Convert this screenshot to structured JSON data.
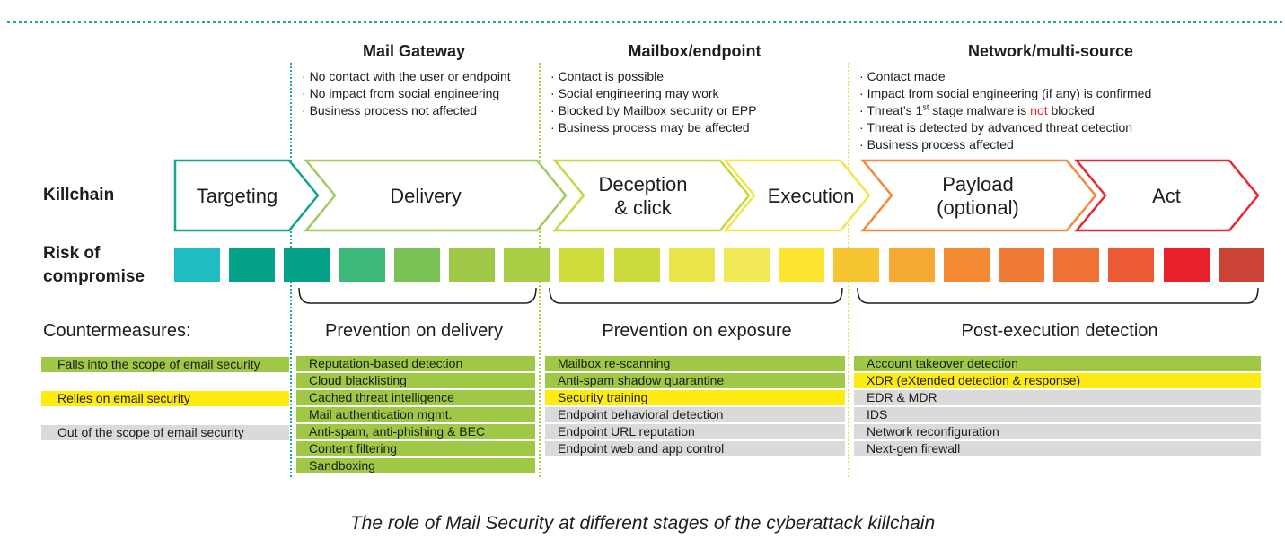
{
  "stages": [
    {
      "title": "Mail Gateway",
      "bullets": [
        "No contact with the user or endpoint",
        "No impact from social engineering",
        "Business process not affected"
      ]
    },
    {
      "title": "Mailbox/endpoint",
      "bullets": [
        "Contact is possible",
        "Social engineering may work",
        "Blocked by Mailbox security or EPP",
        "Business process may be affected"
      ]
    },
    {
      "title": "Network/multi-source",
      "bullets": [
        "Contact made",
        "Impact from social engineering (if any) is confirmed",
        "Threat’s 1",
        "st",
        " stage malware is ",
        "not",
        " blocked",
        "Threat is detected by advanced threat detection",
        "Business process affected"
      ]
    }
  ],
  "rows": {
    "killchain": "Killchain",
    "risk_line1": "Risk of",
    "risk_line2": "compromise",
    "countermeasures": "Countermeasures:"
  },
  "killchain": [
    "Targeting",
    "Delivery",
    "Deception & click",
    "Execution",
    "Payload (optional)",
    "Act"
  ],
  "killchain_lines": {
    "deception": [
      "Deception",
      "& click"
    ],
    "payload": [
      "Payload",
      "(optional)"
    ]
  },
  "sections": [
    "Prevention on delivery",
    "Prevention on exposure",
    "Post-execution detection"
  ],
  "legend": [
    {
      "label": "Falls into the scope of email security",
      "color": "#9fc846"
    },
    {
      "label": "Relies on email security",
      "color": "#fdeb12"
    },
    {
      "label": "Out of the scope of email security",
      "color": "#dadada"
    }
  ],
  "columns": {
    "delivery": [
      {
        "label": "Reputation-based detection",
        "kind": "green"
      },
      {
        "label": "Cloud blacklisting",
        "kind": "green"
      },
      {
        "label": "Cached threat intelligence",
        "kind": "green"
      },
      {
        "label": "Mail authentication mgmt.",
        "kind": "green"
      },
      {
        "label": "Anti-spam, anti-phishing & BEC",
        "kind": "green"
      },
      {
        "label": "Content filtering",
        "kind": "green"
      },
      {
        "label": "Sandboxing",
        "kind": "green"
      }
    ],
    "exposure": [
      {
        "label": "Mailbox re-scanning",
        "kind": "green"
      },
      {
        "label": "Anti-spam shadow quarantine",
        "kind": "green"
      },
      {
        "label": "Security training",
        "kind": "yellow"
      },
      {
        "label": "Endpoint behavioral detection",
        "kind": "gray"
      },
      {
        "label": "Endpoint URL reputation",
        "kind": "gray"
      },
      {
        "label": "Endpoint web and app control",
        "kind": "gray"
      }
    ],
    "post": [
      {
        "label": "Account takeover detection",
        "kind": "green"
      },
      {
        "label": "XDR (eXtended detection & response)",
        "kind": "yellow"
      },
      {
        "label": "EDR & MDR",
        "kind": "gray"
      },
      {
        "label": "IDS",
        "kind": "gray"
      },
      {
        "label": "Network reconfiguration",
        "kind": "gray"
      },
      {
        "label": "Next-gen firewall",
        "kind": "gray"
      }
    ]
  },
  "risk_colors": [
    "#1fbcc1",
    "#04a389",
    "#04a389",
    "#3cb878",
    "#79c256",
    "#9fc846",
    "#a8cd45",
    "#cedd3c",
    "#c9da3a",
    "#e9e54a",
    "#f1ea56",
    "#fde62f",
    "#f6c431",
    "#f7a935",
    "#f48a34",
    "#f07a36",
    "#f07136",
    "#ec5b35",
    "#e8202a",
    "#cb4334"
  ],
  "caption": "The role of Mail Security at different stages of the cyberattack killchain"
}
